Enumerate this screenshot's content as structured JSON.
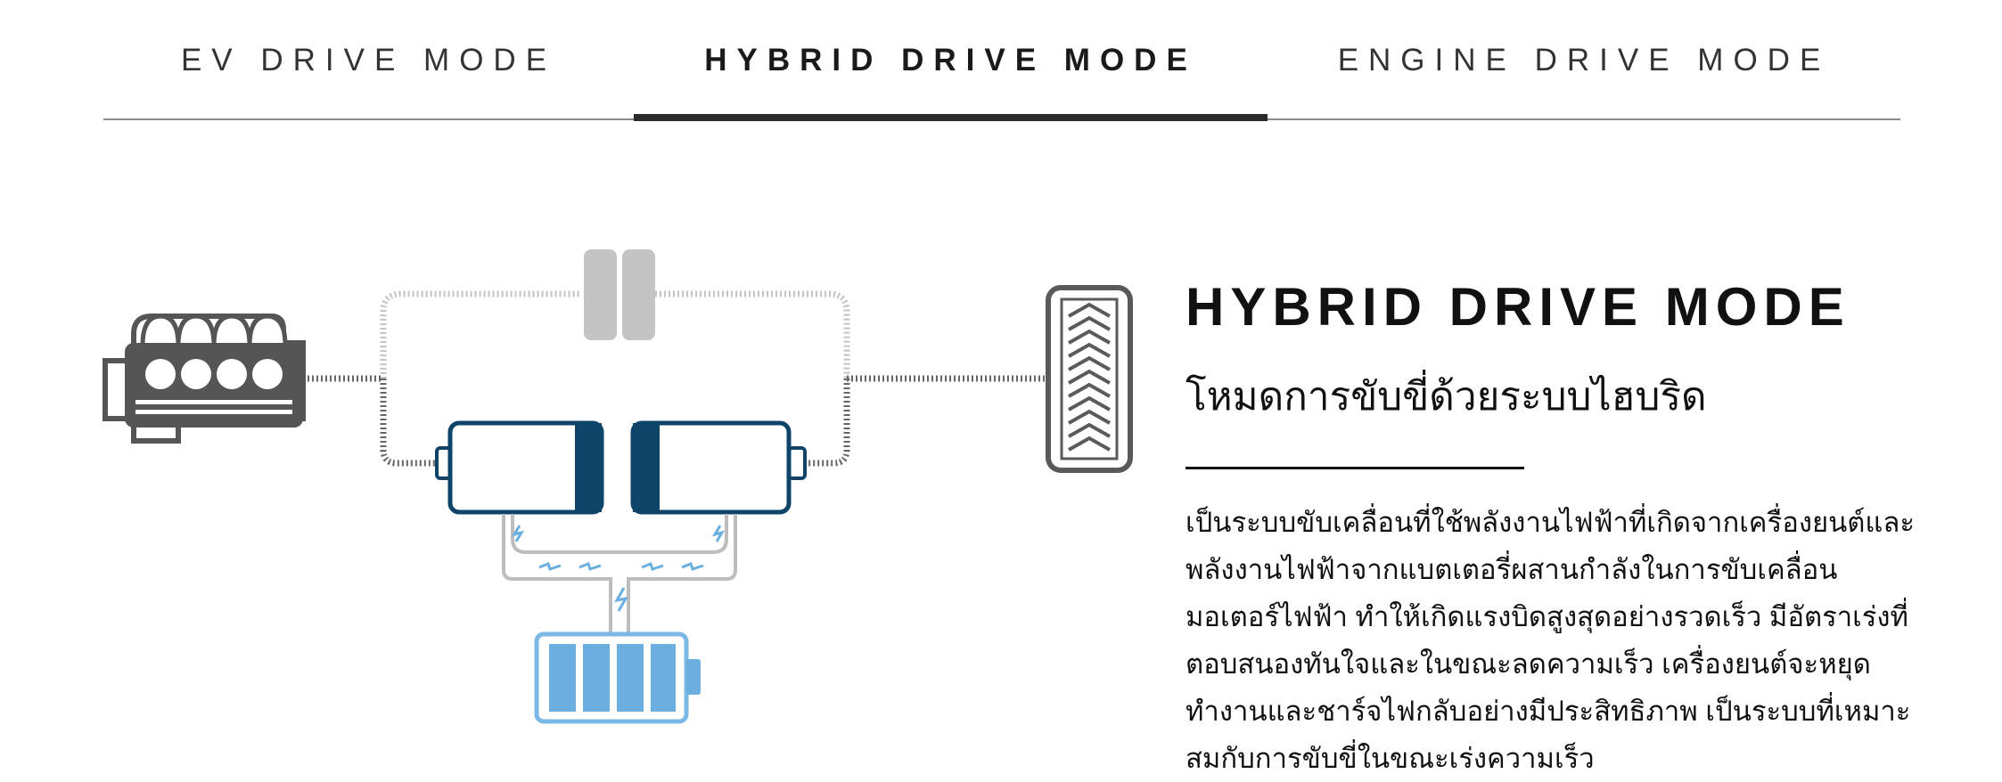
{
  "tabs": [
    {
      "label": "EV DRIVE MODE",
      "active": false
    },
    {
      "label": "HYBRID DRIVE MODE",
      "active": true
    },
    {
      "label": "ENGINE DRIVE MODE",
      "active": false
    }
  ],
  "content": {
    "title": "HYBRID DRIVE MODE",
    "subtitle": "โหมดการขับขี่ด้วยระบบไฮบริด",
    "body": "เป็นระบบขับเคลื่อนที่ใช้พลังงานไฟฟ้าที่เกิดจากเครื่องยนต์และพลังงานไฟฟ้าจากแบตเตอรี่ผสานกำลังในการขับเคลื่อนมอเตอร์ไฟฟ้า ทำให้เกิดแรงบิดสูงสุดอย่างรวดเร็ว มีอัตราเร่งที่ตอบสนองทันใจและในขณะลดความเร็ว เครื่องยนต์จะหยุดทำงานและชาร์จไฟกลับอย่างมีประสิทธิภาพ เป็นระบบที่เหมาะสมกับการขับขี่ในขณะเร่งความเร็ว"
  },
  "diagram": {
    "icons": [
      "engine-icon",
      "clutch-icon",
      "generator-icon",
      "motor-icon",
      "wheel-icon",
      "battery-icon"
    ],
    "colors": {
      "engine": "#555555",
      "clutch": "#c4c4c4",
      "motor": "#0d4468",
      "battery": "#6aafe0",
      "battery_outline": "#7cb8e6",
      "link_line": "#bdbdbd",
      "wheel": "#5a5a5a"
    }
  }
}
